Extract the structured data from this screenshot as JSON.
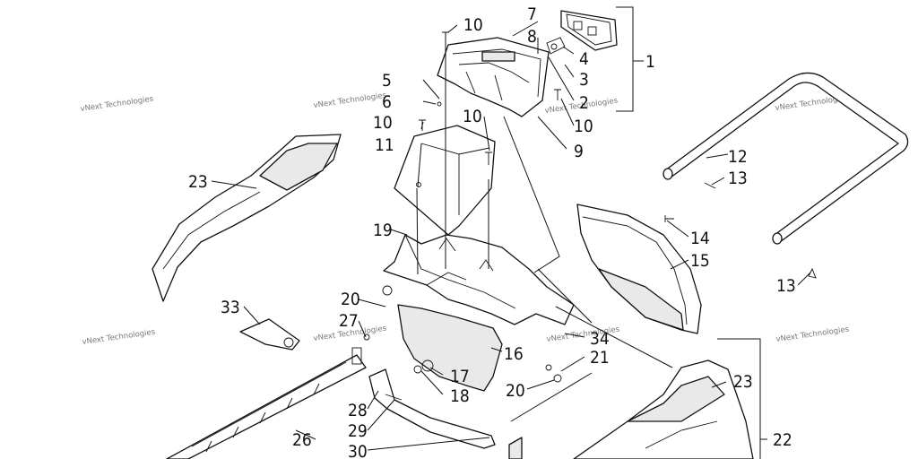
{
  "callouts": {
    "c1": "1",
    "c2": "2",
    "c3": "3",
    "c4": "4",
    "c5": "5",
    "c6": "6",
    "c7": "7",
    "c8": "8",
    "c9": "9",
    "c10a": "10",
    "c10b": "10",
    "c10c": "10",
    "c10d": "10",
    "c11": "11",
    "c12": "12",
    "c13a": "13",
    "c13b": "13",
    "c14": "14",
    "c15": "15",
    "c16": "16",
    "c17": "17",
    "c18": "18",
    "c19": "19",
    "c20a": "20",
    "c20b": "20",
    "c21": "21",
    "c22": "22",
    "c23a": "23",
    "c23b": "23",
    "c26": "26",
    "c27": "27",
    "c28": "28",
    "c29": "29",
    "c30": "30",
    "c33": "33",
    "c34": "34"
  },
  "watermark": {
    "text": "vNext Technologies"
  }
}
